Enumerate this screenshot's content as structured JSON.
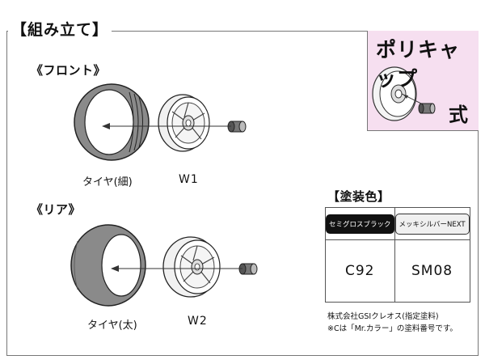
{
  "header": {
    "title": "【組み立て】"
  },
  "front": {
    "heading": "《フロント》",
    "tire_label": "タイヤ(細)",
    "wheel_label": "W1"
  },
  "rear": {
    "heading": "《リア》",
    "tire_label": "タイヤ(太)",
    "wheel_label": "W2"
  },
  "polycap": {
    "line1": "ポリキャップ",
    "line2": "式"
  },
  "paint": {
    "title": "【塗装色】",
    "colors": [
      {
        "name": "セミグロスブラック",
        "code": "C92"
      },
      {
        "name": "メッキシルバーNEXT",
        "code": "SM08"
      }
    ],
    "note1": "株式会社GSIクレオス(指定塗料)",
    "note2": "※Cは「Mr.カラー」の塗料番号です。"
  },
  "colors": {
    "badge_bg": "#f6dff0",
    "tire": "#8a8a8a",
    "wheel": "#eeeeee",
    "line": "#333333"
  }
}
